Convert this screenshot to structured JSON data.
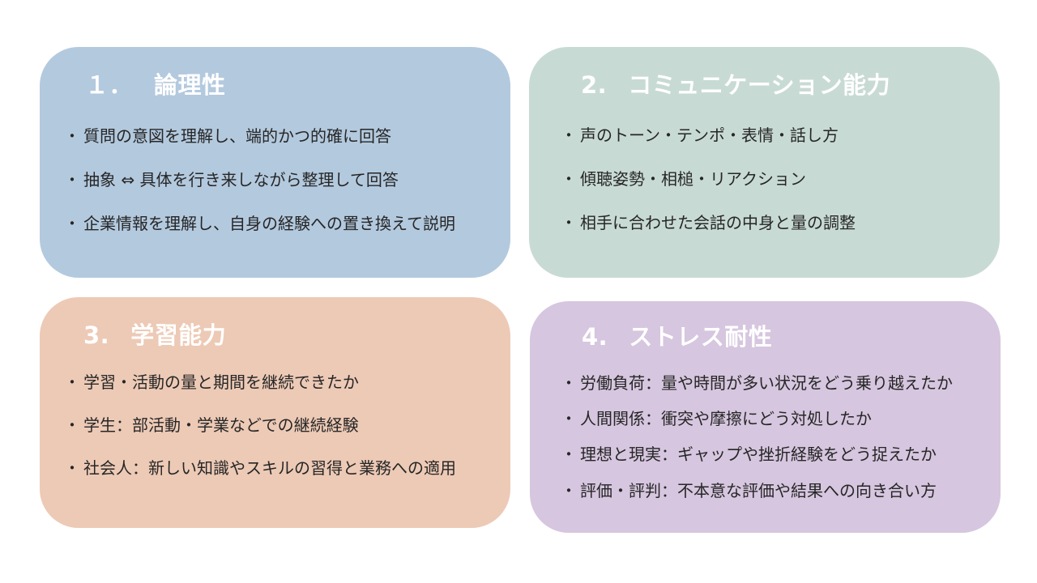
{
  "slide": {
    "background": "#ffffff",
    "panels": [
      {
        "number": "１．",
        "title": "論理性",
        "color": "#b3c9de",
        "bullets": [
          "質問の意図を理解し、端的かつ的確に回答",
          "抽象 ⇔ 具体を行き来しながら整理して回答",
          "企業情報を理解し、自身の経験への置き換えて説明"
        ]
      },
      {
        "number": "2.",
        "title": "コミュニケーション能力",
        "color": "#c8dad4",
        "bullets": [
          "声のトーン・テンポ・表情・話し方",
          "傾聴姿勢・相槌・リアクション",
          "相手に合わせた会話の中身と量の調整"
        ]
      },
      {
        "number": "3.",
        "title": "学習能力",
        "color": "#edcab6",
        "bullets": [
          "学習・活動の量と期間を継続できたか",
          "学生：部活動・学業などでの継続経験",
          "社会人：新しい知識やスキルの習得と業務への適用"
        ]
      },
      {
        "number": "4.",
        "title": "ストレス耐性",
        "color": "#d6c6df",
        "bullets": [
          "労働負荷：量や時間が多い状況をどう乗り越えたか",
          "人間関係：衝突や摩擦にどう対処したか",
          "理想と現実：ギャップや挫折経験をどう捉えたか",
          "評価・評判：不本意な評価や結果への向き合い方"
        ]
      }
    ],
    "bullet_glyph": "・"
  }
}
